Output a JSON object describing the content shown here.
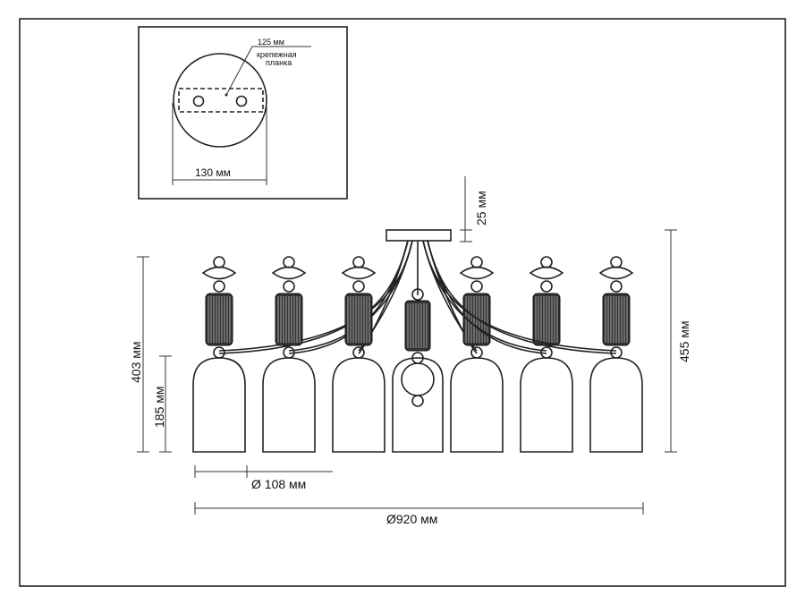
{
  "mount_inset": {
    "plate_width": "125 мм",
    "plate_label_line1": "крепежная",
    "plate_label_line2": "планка",
    "canopy_diameter": "130 мм"
  },
  "dimensions": {
    "canopy_height": "25 мм",
    "total_height": "455 мм",
    "arm_height": "403 мм",
    "shade_height": "185 мм",
    "shade_diameter": "Ø 108 мм",
    "total_diameter": "Ø920 мм"
  },
  "lamp_count": 7
}
